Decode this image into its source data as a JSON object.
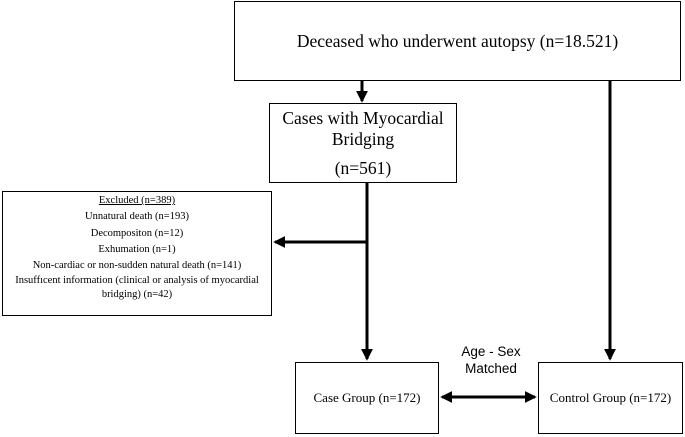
{
  "flowchart": {
    "autopsy_box": "Deceased who underwent autopsy (n=18.521)",
    "myocardial_box": {
      "title": "Cases with Myocardial Bridging",
      "count": "(n=561)"
    },
    "excluded_box": {
      "heading": "Excluded (n=389)",
      "reasons": [
        "Unnatural death (n=193)",
        "Decompositon (n=12)",
        "Exhumation (n=1)",
        "Non-cardiac or non-sudden natural death (n=141)",
        "Insuffıcent information (clinical or analysis of myocardial bridging) (n=42)"
      ]
    },
    "case_box": "Case Group (n=172)",
    "control_box": "Control Group (n=172)",
    "matched_label": "Age - Sex Matched"
  }
}
